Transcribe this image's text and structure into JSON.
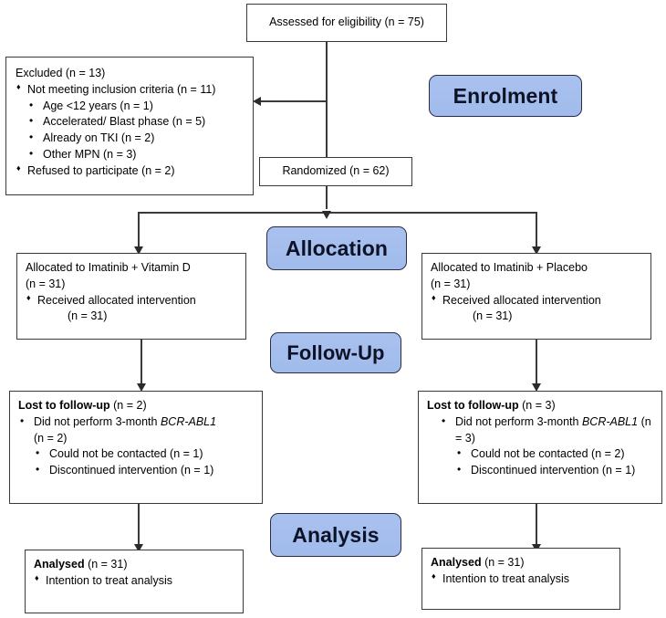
{
  "diagram": {
    "title": "CONSORT participant flow diagram",
    "accent_color": "#a8c0ee",
    "border_color": "#3a3a3a",
    "stages": [
      {
        "key": "enrolment",
        "label": "Enrolment"
      },
      {
        "key": "allocation",
        "label": "Allocation"
      },
      {
        "key": "followup",
        "label": "Follow-Up"
      },
      {
        "key": "analysis",
        "label": "Analysis"
      }
    ],
    "boxes": {
      "assessed": {
        "text": "Assessed for eligibility (n = 75)"
      },
      "excluded": {
        "heading": "Excluded (n = 13)",
        "item1": "Not meeting inclusion criteria (n = 11)",
        "sub1": "Age <12 years (n = 1)",
        "sub2": "Accelerated/ Blast phase (n = 5)",
        "sub3": "Already on TKI (n = 2)",
        "sub4": "Other MPN (n = 3)",
        "item2": "Refused to participate (n = 2)"
      },
      "randomized": {
        "text": "Randomized (n = 62)"
      },
      "alloc_left": {
        "line1": "Allocated to Imatinib + Vitamin D",
        "line2": "(n = 31)",
        "item1": "Received allocated intervention",
        "item1_n": "(n = 31)"
      },
      "alloc_right": {
        "line1": "Allocated to Imatinib + Placebo",
        "line2": "(n = 31)",
        "item1": "Received allocated intervention",
        "item1_n": "(n = 31)"
      },
      "followup_left": {
        "heading_bold": "Lost to follow-up",
        "heading_n": " (n = 2)",
        "item1_a": "Did  not  perform  3-month  ",
        "item1_gene": "BCR-ABL1",
        "item1_n": "(n = 2)",
        "sub1": "Could not be contacted (n = 1)",
        "sub2": "Discontinued intervention (n = 1)"
      },
      "followup_right": {
        "heading_bold": "Lost to follow-up",
        "heading_n": " (n = 3)",
        "item1_a": "Did not perform 3-month ",
        "item1_gene": "BCR-ABL1",
        "item1_n": " (n = 3)",
        "sub1": "Could not be contacted (n = 2)",
        "sub2": "Discontinued intervention (n = 1)"
      },
      "analysed_left": {
        "heading_bold": "Analysed",
        "heading_n": " (n = 31)",
        "item1": "Intention to treat analysis"
      },
      "analysed_right": {
        "heading_bold": "Analysed",
        "heading_n": " (n = 31)",
        "item1": "Intention to treat analysis"
      }
    }
  }
}
